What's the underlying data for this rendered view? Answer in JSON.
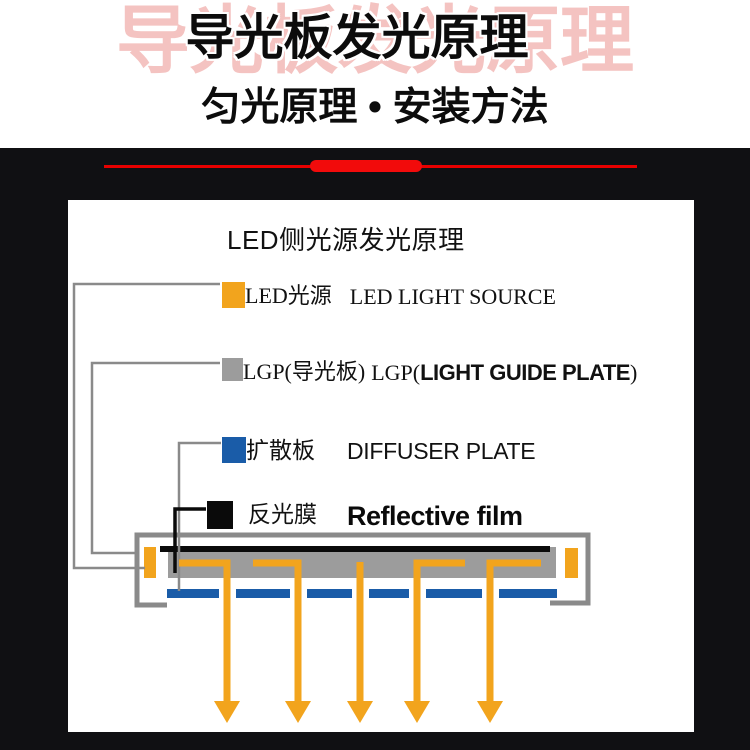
{
  "header": {
    "ghost_title": "导光板发光原理",
    "title": "导光板发光原理",
    "subtitle": "匀光原理 • 安装方法"
  },
  "panel": {
    "title": "LED侧光源发光原理",
    "legend": [
      {
        "id": "led-light-source",
        "label_cn": "LED光源",
        "label_en": "LED LIGHT SOURCE"
      },
      {
        "id": "light-guide-plate",
        "label_cn": "LGP(导光板)",
        "en_pre": "LGP(",
        "en_bold": "LIGHT GUIDE PLATE",
        "en_post": ")"
      },
      {
        "id": "diffuser-plate",
        "label_cn": "扩散板",
        "label_en": "DIFFUSER PLATE"
      },
      {
        "id": "reflective-film",
        "label_cn": "反光膜",
        "label_en": "Reflective film"
      }
    ]
  },
  "colors": {
    "accent-red": "#e60000",
    "accent-red-bright": "#f20b0b",
    "ghost-pink": "#f4c3c1",
    "band-black": "#101013",
    "led-orange": "#f2a41d",
    "lgp-gray": "#9c9c9c",
    "diffuser-blue": "#1a5ca8",
    "film-black": "#0a0a0a",
    "line-gray": "#8a8a8a"
  }
}
